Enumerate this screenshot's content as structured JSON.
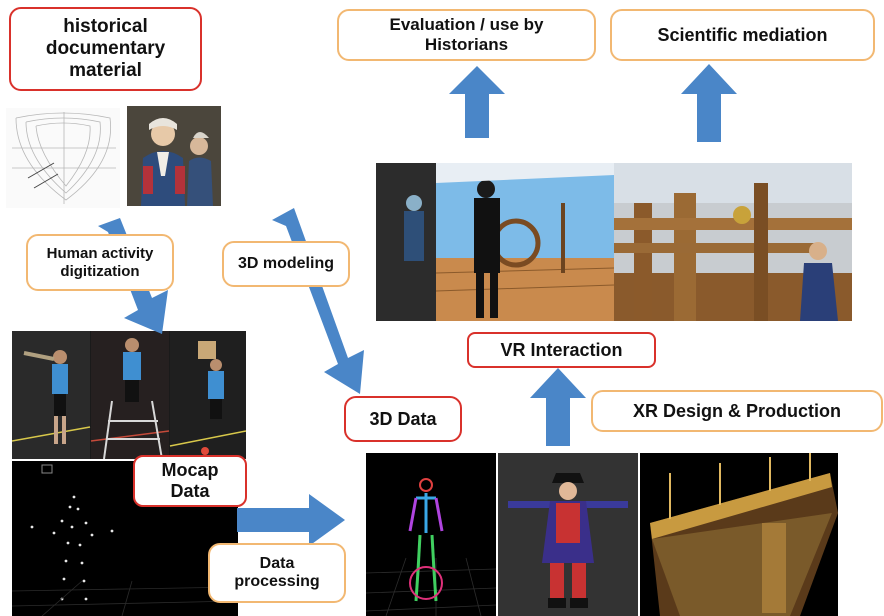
{
  "labels": {
    "historical": "historical documentary material",
    "human_activity": "Human activity digitization",
    "modeling_3d": "3D modeling",
    "mocap": "Mocap Data",
    "data_processing": "Data processing",
    "data_3d": "3D Data",
    "vr_interaction": "VR Interaction",
    "xr_design": "XR Design & Production",
    "evaluation": "Evaluation / use by Historians",
    "mediation": "Scientific mediation"
  },
  "colors": {
    "arrow_blue": "#4a86c8",
    "orange_border": "#f2b872",
    "red_border": "#d9312b"
  }
}
